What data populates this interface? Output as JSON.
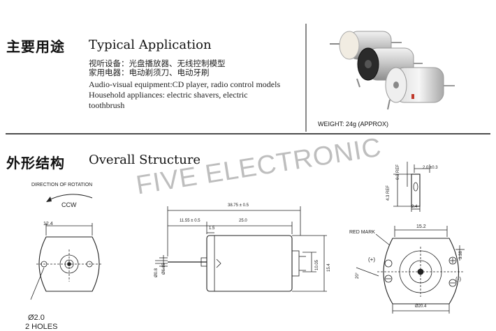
{
  "application": {
    "title_cn": "主要用途",
    "title_en": "Typical Application",
    "lines_cn": [
      "视听设备：光盘播放器、无线控制模型",
      "家用电器：电动剃须刀、电动牙刷"
    ],
    "lines_en": [
      "Audio-visual equipment:CD player, radio control models",
      "Household appliances: electric shavers, electric",
      "toothbrush"
    ],
    "weight": "WEIGHT: 24g (APPROX)"
  },
  "structure": {
    "title_cn": "外形结构",
    "title_en": "Overall Structure"
  },
  "watermark": "FIVE ELECTRONIC",
  "front_view": {
    "rotation_label": "DIRECTION OF ROTATION",
    "ccw": "CCW",
    "dim_width": "12.4",
    "hole_dia": "Ø2.0",
    "holes": "2 HOLES"
  },
  "side_view": {
    "dim_total": "38.75 ± 0.5",
    "dim_shaft": "11.55 ± 0.5",
    "dim_body": "25.0",
    "dim_step": "1.5",
    "dim_shaft_dia": "Ø0.8",
    "dim_boss": "Ø6.15",
    "dim_h1": "10.05",
    "dim_h2": "15.4"
  },
  "terminal_detail": {
    "dim_top": "2.0 ±0.3",
    "dim_ref1": "0.3 REF",
    "dim_ref2": "4.3 REF",
    "dim_bottom": "2.4"
  },
  "back_view": {
    "red_mark": "RED MARK",
    "dim_top": "15.2",
    "plus": "(+)",
    "minus": "(-)",
    "dim_side": "3.38",
    "dim_angle": "20°",
    "dim_bottom": "Ø20.4"
  }
}
